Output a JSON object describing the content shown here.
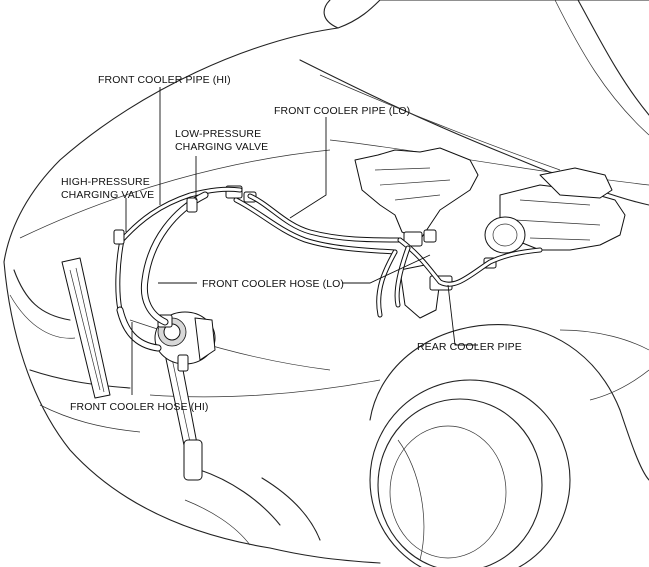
{
  "labels": {
    "front_cooler_pipe_hi": "FRONT COOLER PIPE (HI)",
    "front_cooler_pipe_lo": "FRONT COOLER PIPE (LO)",
    "low_pressure_valve_line1": "LOW-PRESSURE",
    "low_pressure_valve_line2": "CHARGING VALVE",
    "high_pressure_valve_line1": "HIGH-PRESSURE",
    "high_pressure_valve_line2": "CHARGING VALVE",
    "front_cooler_hose_lo": "FRONT COOLER HOSE (LO)",
    "rear_cooler_pipe": "REAR COOLER PIPE",
    "front_cooler_hose_hi": "FRONT COOLER HOSE (HI)"
  }
}
